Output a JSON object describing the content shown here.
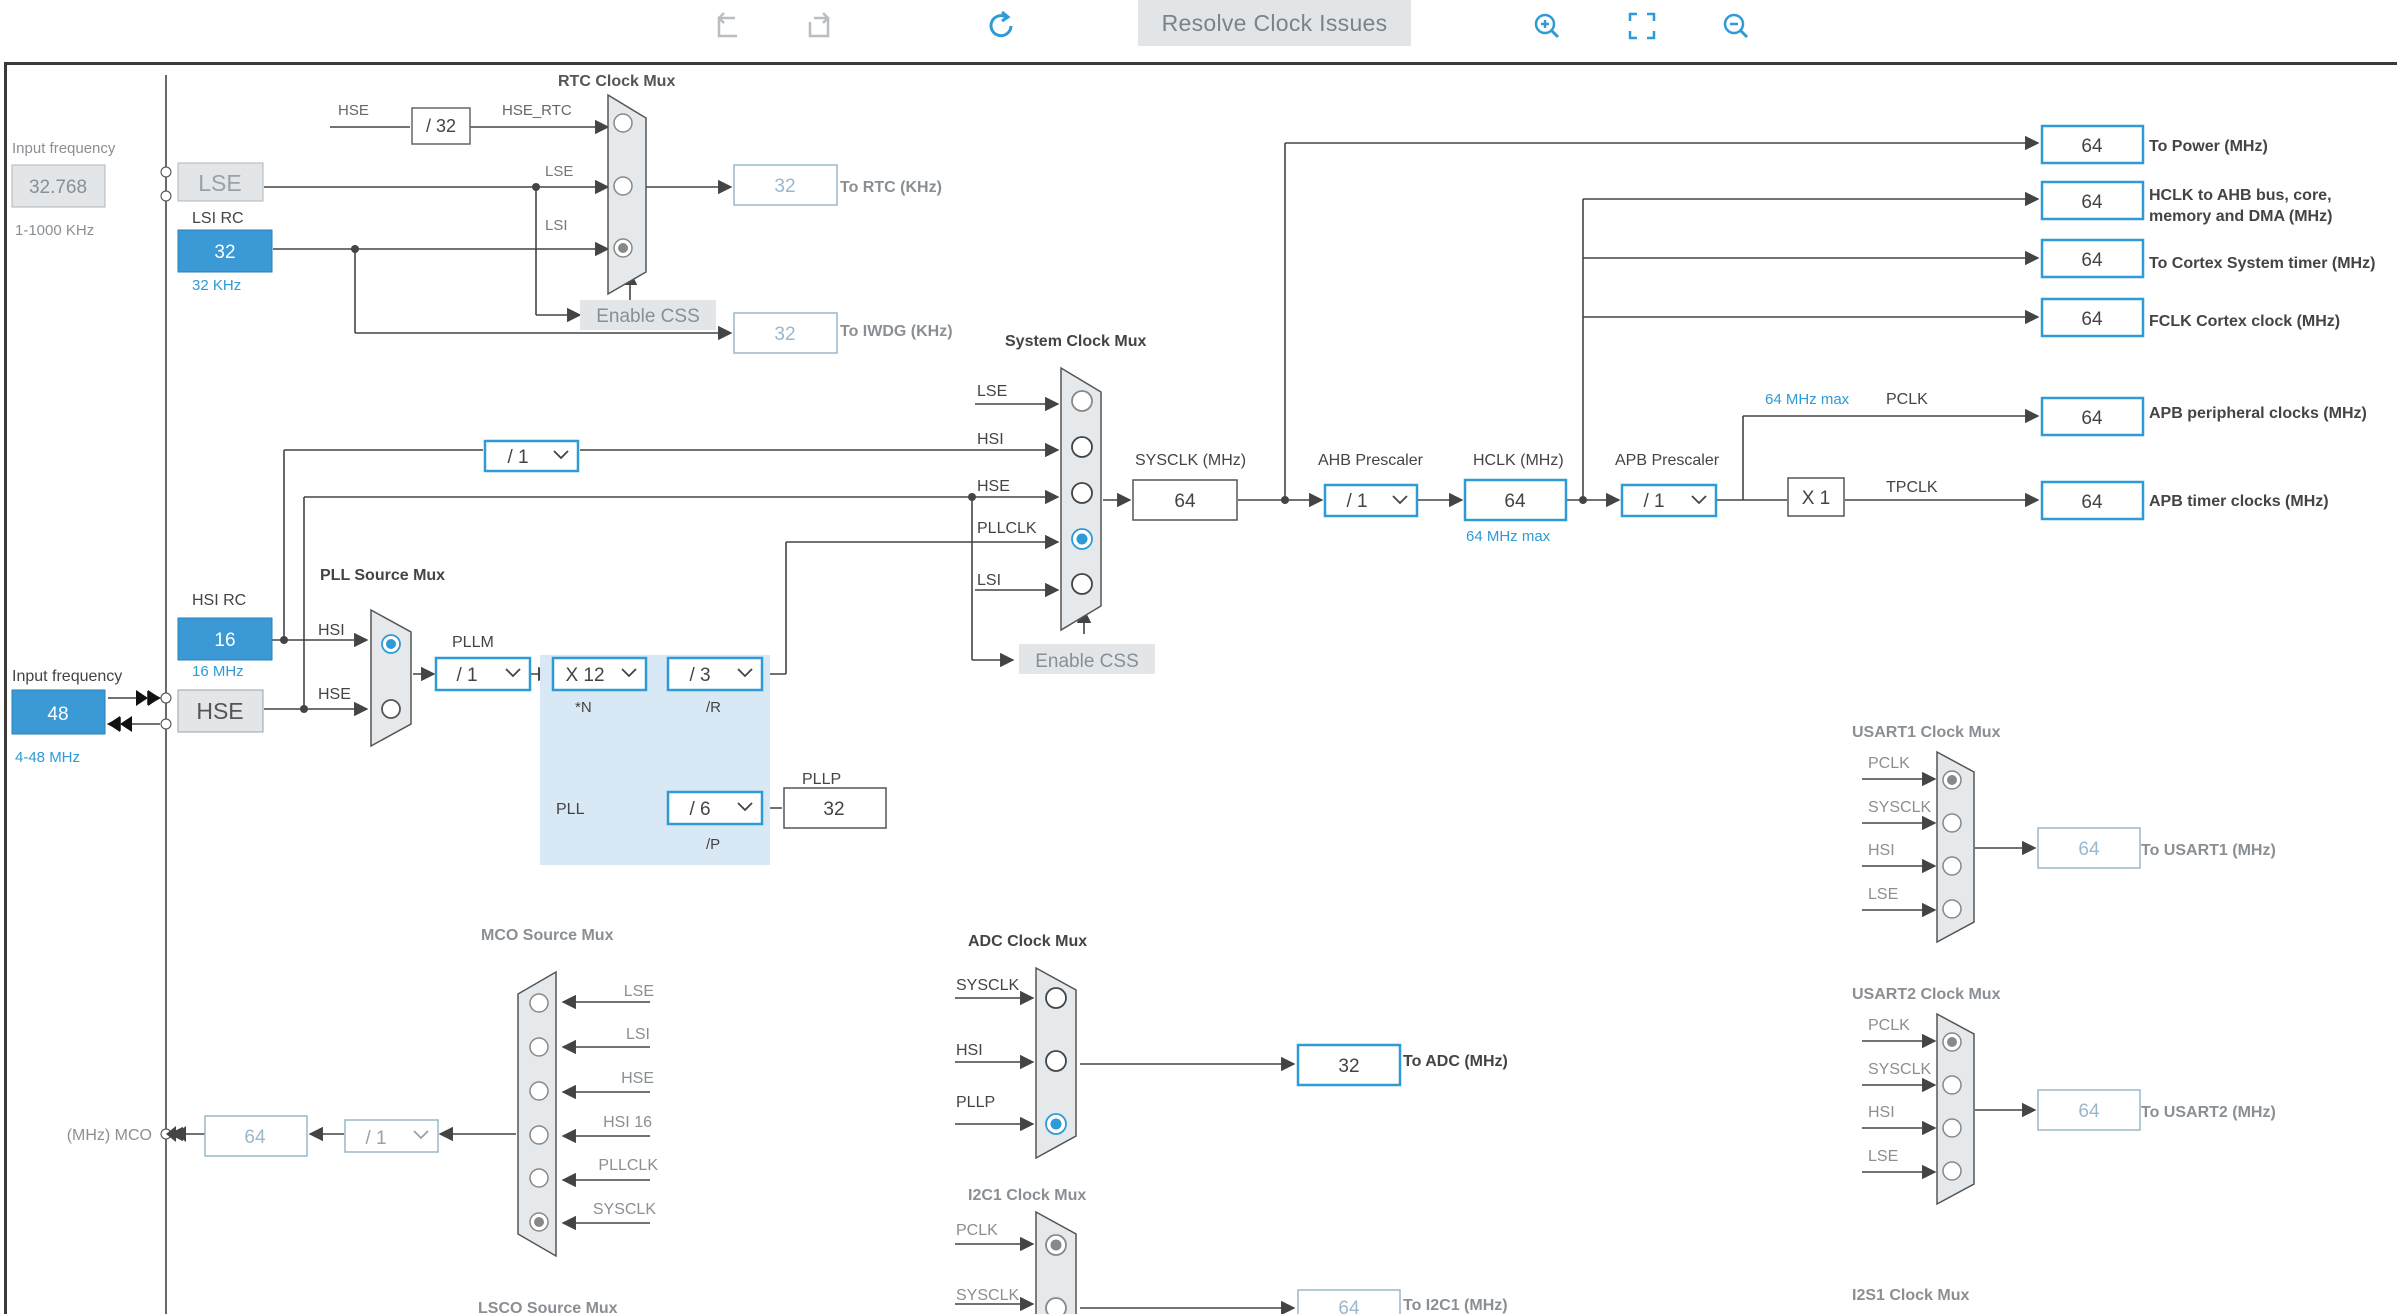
{
  "toolbar": {
    "undo_icon": "undo-icon",
    "redo_icon": "redo-icon",
    "refresh_icon": "refresh-icon",
    "resolve_label": "Resolve Clock Issues",
    "zoom_in_icon": "zoom-in-icon",
    "fit_icon": "fit-screen-icon",
    "zoom_out_icon": "zoom-out-icon"
  },
  "colors": {
    "accent": "#2e9ad6",
    "accent_fill": "#3b9ad6",
    "disabled_text": "#9ab7cc",
    "gray_fill": "#e3e6e9",
    "pll_area": "#d9e8f5",
    "wire": "#444444"
  },
  "rtc": {
    "title": "RTC Clock Mux",
    "hse_label": "HSE",
    "hse_div": "/ 32",
    "hse_rtc_label": "HSE_RTC",
    "lse_label": "LSE",
    "lsi_label": "LSI",
    "to_rtc_value": "32",
    "to_rtc_label": "To RTC (KHz)",
    "enable_css": "Enable CSS",
    "to_iwdg_value": "32",
    "to_iwdg_label": "To IWDG (KHz)"
  },
  "inputs": {
    "lse_freq_label": "Input frequency",
    "lse_freq_value": "32.768",
    "lse_range": "1-1000 KHz",
    "lse_box": "LSE",
    "lsi_rc_label": "LSI RC",
    "lsi_rc_value": "32",
    "lsi_rc_sub": "32 KHz",
    "hsi_rc_label": "HSI RC",
    "hsi_rc_value": "16",
    "hsi_rc_sub": "16 MHz",
    "hse_freq_label": "Input frequency",
    "hse_freq_value": "48",
    "hse_range": "4-48 MHz",
    "hse_box": "HSE"
  },
  "pll": {
    "source_mux_title": "PLL Source Mux",
    "hsi_label": "HSI",
    "hse_label": "HSE",
    "pllm_label": "PLLM",
    "pllm_value": "/ 1",
    "n_value": "X 12",
    "n_label": "*N",
    "r_value": "/ 3",
    "r_label": "/R",
    "p_value": "/ 6",
    "p_label": "/P",
    "area_label": "PLL",
    "pllp_label": "PLLP",
    "pllp_value": "32"
  },
  "sysclk": {
    "mux_title": "System Clock Mux",
    "hsi_div": "/ 1",
    "lse": "LSE",
    "hsi": "HSI",
    "hse": "HSE",
    "pllclk": "PLLCLK",
    "lsi": "LSI",
    "enable_css": "Enable CSS",
    "sysclk_label": "SYSCLK (MHz)",
    "sysclk_value": "64",
    "ahb_label": "AHB Prescaler",
    "ahb_value": "/ 1",
    "hclk_label": "HCLK (MHz)",
    "hclk_value": "64",
    "hclk_max": "64 MHz max",
    "apb_label": "APB Prescaler",
    "apb_value": "/ 1",
    "pclk_max": "64 MHz max",
    "pclk_label": "PCLK",
    "x1_value": "X 1",
    "tpclk_label": "TPCLK"
  },
  "outputs": [
    {
      "value": "64",
      "label": "To Power (MHz)"
    },
    {
      "value": "64",
      "label": "HCLK to AHB bus, core,",
      "label2": "memory and DMA (MHz)"
    },
    {
      "value": "64",
      "label": "To Cortex System timer (MHz)"
    },
    {
      "value": "64",
      "label": "FCLK Cortex clock (MHz)"
    },
    {
      "value": "64",
      "label": "APB peripheral clocks (MHz)"
    },
    {
      "value": "64",
      "label": "APB timer clocks (MHz)"
    }
  ],
  "mco": {
    "title": "MCO Source Mux",
    "inputs": [
      "LSE",
      "LSI",
      "HSE",
      "HSI 16",
      "PLLCLK",
      "SYSCLK"
    ],
    "div_value": "/ 1",
    "out_value": "64",
    "out_label": "(MHz) MCO"
  },
  "adc": {
    "title": "ADC Clock Mux",
    "inputs": [
      "SYSCLK",
      "HSI",
      "PLLP"
    ],
    "value": "32",
    "label": "To ADC (MHz)"
  },
  "i2c1": {
    "title": "I2C1 Clock Mux",
    "inputs": [
      "PCLK",
      "SYSCLK"
    ],
    "value": "64",
    "label": "To I2C1 (MHz)"
  },
  "usart1": {
    "title": "USART1 Clock Mux",
    "inputs": [
      "PCLK",
      "SYSCLK",
      "HSI",
      "LSE"
    ],
    "value": "64",
    "label": "To USART1 (MHz)"
  },
  "usart2": {
    "title": "USART2 Clock Mux",
    "inputs": [
      "PCLK",
      "SYSCLK",
      "HSI",
      "LSE"
    ],
    "value": "64",
    "label": "To USART2 (MHz)"
  },
  "i2s1": {
    "title": "I2S1 Clock Mux"
  },
  "lsco": {
    "title": "LSCO Source Mux"
  }
}
